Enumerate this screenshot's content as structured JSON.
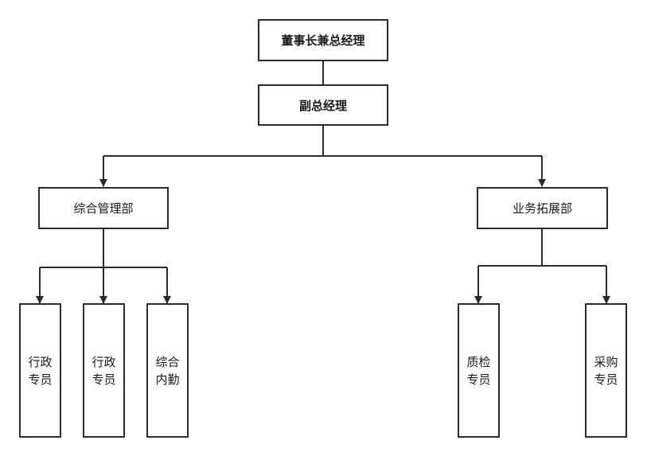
{
  "nodes": {
    "chairman": "董事长兼总经理",
    "deputy": "副总经理",
    "general_dept": "综合管理部",
    "business_dept": "业务拓展部",
    "admin1": "行政\n专员",
    "admin2": "行政\n专员",
    "logistics": "综合\n内勤",
    "qc": "质检\n专员",
    "purchase": "采购\n专员"
  }
}
